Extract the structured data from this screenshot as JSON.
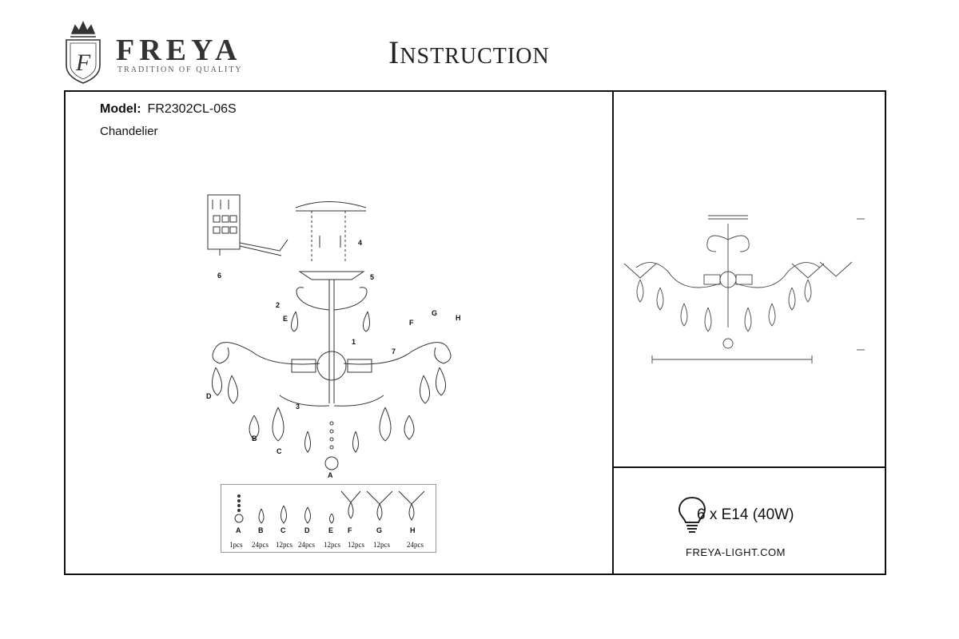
{
  "brand": {
    "name": "FREYA",
    "tagline": "TRADITION OF QUALITY",
    "logo_letter": "F"
  },
  "document": {
    "title": "Instruction"
  },
  "product": {
    "model_label": "Model:",
    "model_value": "FR2302CL-06S",
    "type": "Chandelier"
  },
  "assembly": {
    "labels": {
      "wiring": "6",
      "step1": "1",
      "step2": "2",
      "step3": "3",
      "step4": "4",
      "step5": "5",
      "step7": "7"
    },
    "crystal_labels": [
      "A",
      "B",
      "C",
      "D",
      "E",
      "F",
      "G",
      "H"
    ]
  },
  "parts": [
    {
      "letter": "A",
      "qty": "1pcs"
    },
    {
      "letter": "B",
      "qty": "24pcs"
    },
    {
      "letter": "C",
      "qty": "12pcs"
    },
    {
      "letter": "D",
      "qty": "24pcs"
    },
    {
      "letter": "E",
      "qty": "12pcs"
    },
    {
      "letter": "F",
      "qty": "12pcs"
    },
    {
      "letter": "G",
      "qty": "12pcs"
    },
    {
      "letter": "H",
      "qty": "24pcs"
    }
  ],
  "specs": {
    "bulbs": "6 x E14 (40W)",
    "website": "FREYA-LIGHT.COM"
  },
  "icons": {
    "bulb": "lightbulb-icon",
    "logo": "crest-logo-icon"
  }
}
